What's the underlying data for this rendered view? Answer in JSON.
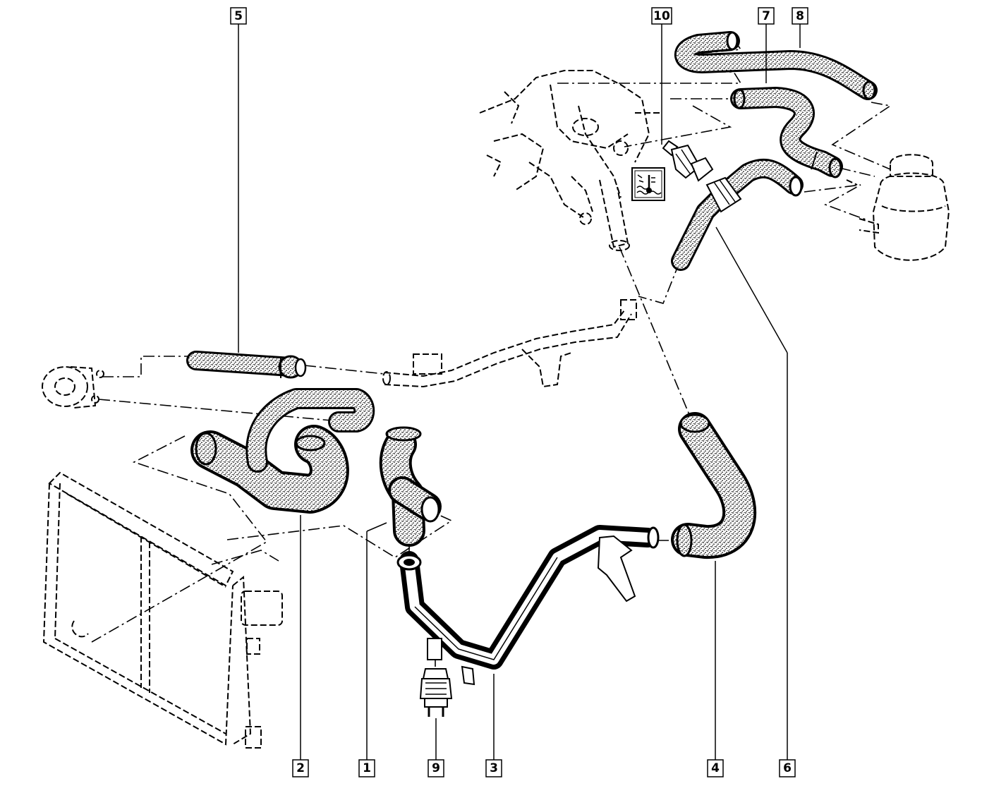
{
  "diagram": {
    "callouts": [
      {
        "id": "1",
        "label": "1"
      },
      {
        "id": "2",
        "label": "2"
      },
      {
        "id": "3",
        "label": "3"
      },
      {
        "id": "4",
        "label": "4"
      },
      {
        "id": "5",
        "label": "5"
      },
      {
        "id": "6",
        "label": "6"
      },
      {
        "id": "7",
        "label": "7"
      },
      {
        "id": "8",
        "label": "8"
      },
      {
        "id": "9",
        "label": "9"
      },
      {
        "id": "10",
        "label": "10"
      }
    ],
    "colors": {
      "line": "#000000",
      "background": "#ffffff",
      "hose_texture": "stipple-black-on-white"
    },
    "icons": [
      "coolant-temperature-warning-icon"
    ]
  }
}
